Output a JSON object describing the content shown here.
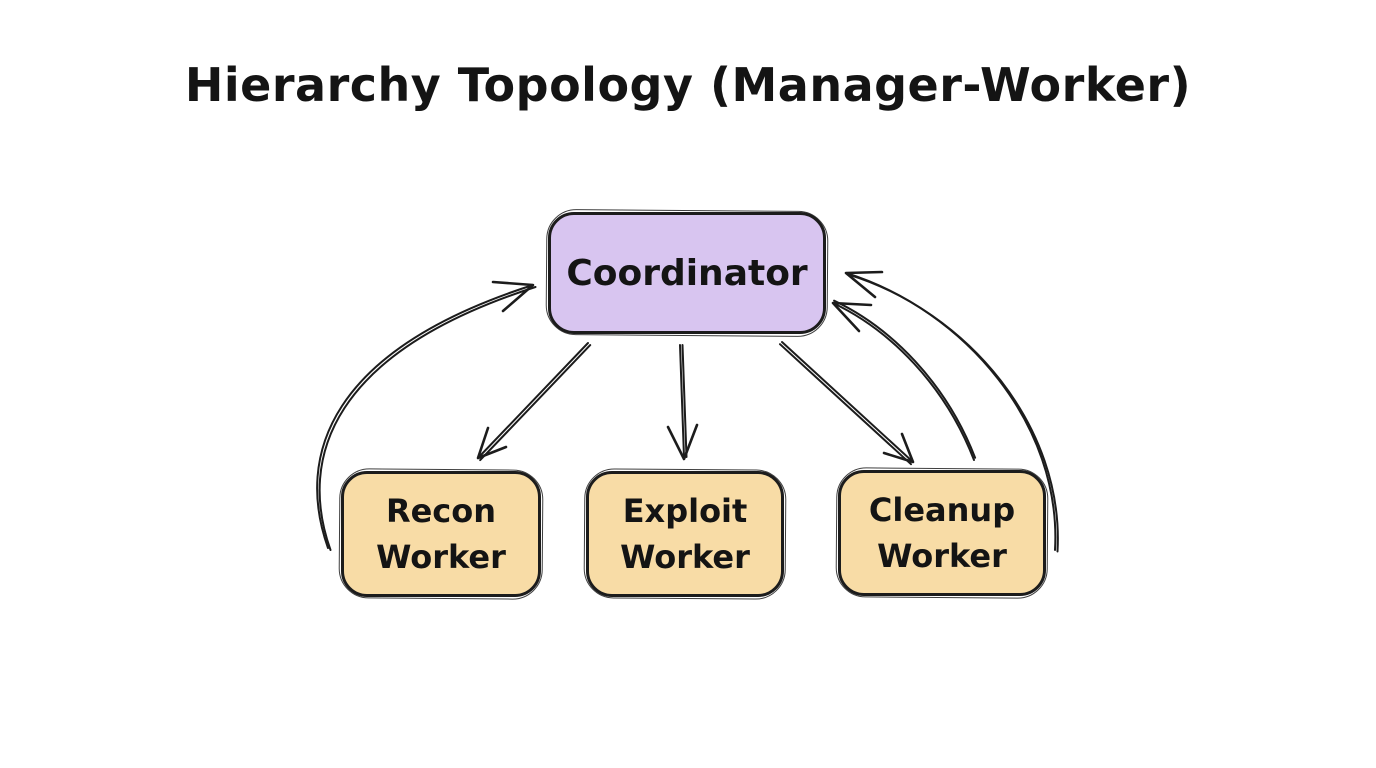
{
  "title": "Hierarchy Topology (Manager-Worker)",
  "colors": {
    "background": "#ffffff",
    "coordinator_fill": "#d8c5f0",
    "worker_fill": "#f8dca6",
    "stroke": "#1c1c1c",
    "text": "#141414"
  },
  "nodes": {
    "coordinator": {
      "label": "Coordinator"
    },
    "workers": [
      {
        "id": "recon",
        "label": "Recon Worker"
      },
      {
        "id": "exploit",
        "label": "Exploit Worker"
      },
      {
        "id": "cleanup",
        "label": "Cleanup Worker"
      }
    ]
  },
  "edges": [
    {
      "from": "Coordinator",
      "to": "Recon Worker",
      "style": "straight-arrow"
    },
    {
      "from": "Coordinator",
      "to": "Exploit Worker",
      "style": "straight-arrow"
    },
    {
      "from": "Coordinator",
      "to": "Cleanup Worker",
      "style": "straight-arrow"
    },
    {
      "from": "Recon Worker",
      "to": "Coordinator",
      "style": "curved-arrow"
    },
    {
      "from": "Cleanup Worker",
      "to": "Coordinator",
      "style": "curved-arrow-inner"
    },
    {
      "from": "Cleanup Worker",
      "to": "Coordinator",
      "style": "curved-arrow-outer"
    }
  ]
}
